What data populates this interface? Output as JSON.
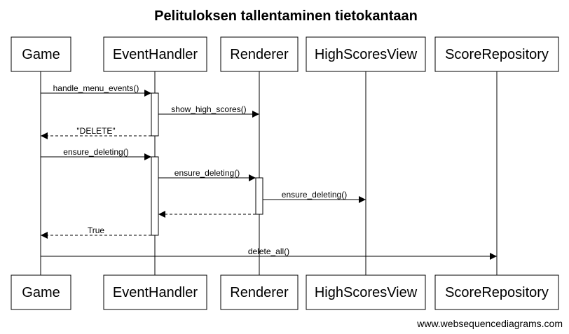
{
  "title": "Pelituloksen tallentaminen tietokantaan",
  "participants": [
    {
      "id": "game",
      "label": "Game"
    },
    {
      "id": "eventhandler",
      "label": "EventHandler"
    },
    {
      "id": "renderer",
      "label": "Renderer"
    },
    {
      "id": "highscoresview",
      "label": "HighScoresView"
    },
    {
      "id": "scorerepository",
      "label": "ScoreRepository"
    }
  ],
  "messages": [
    {
      "from": "game",
      "to": "eventhandler",
      "label": "handle_menu_events()",
      "type": "sync"
    },
    {
      "from": "eventhandler",
      "to": "renderer",
      "label": "show_high_scores()",
      "type": "sync"
    },
    {
      "from": "eventhandler",
      "to": "game",
      "label": "\"DELETE\"",
      "type": "return"
    },
    {
      "from": "game",
      "to": "eventhandler",
      "label": "ensure_deleting()",
      "type": "sync"
    },
    {
      "from": "eventhandler",
      "to": "renderer",
      "label": "ensure_deleting()",
      "type": "sync"
    },
    {
      "from": "renderer",
      "to": "highscoresview",
      "label": "ensure_deleting()",
      "type": "sync"
    },
    {
      "from": "renderer",
      "to": "eventhandler",
      "label": "",
      "type": "return"
    },
    {
      "from": "eventhandler",
      "to": "game",
      "label": "True",
      "type": "return"
    },
    {
      "from": "game",
      "to": "scorerepository",
      "label": "delete_all()",
      "type": "sync"
    }
  ],
  "footer": "www.websequencediagrams.com"
}
